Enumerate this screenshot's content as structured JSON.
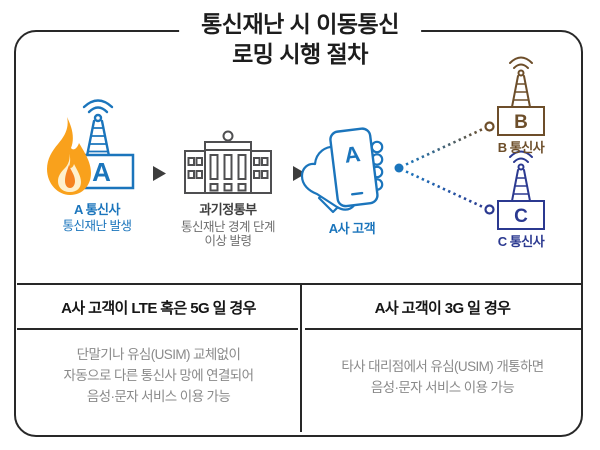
{
  "title": {
    "line1": "통신재난 시 이동통신",
    "line2": "로밍 시행 절차"
  },
  "flow": {
    "carrier_a": {
      "box_letter": "A",
      "name": "A 통신사",
      "event": "통신재난 발생"
    },
    "ministry": {
      "name": "과기정통부",
      "alert": [
        "통신재난 경계 단계",
        "이상 발령"
      ]
    },
    "customer": {
      "phone_letter": "A",
      "name": "A사 고객"
    },
    "carrier_b": {
      "box_letter": "B",
      "name": "B 통신사"
    },
    "carrier_c": {
      "box_letter": "C",
      "name": "C 통신사"
    }
  },
  "table": {
    "left": {
      "header": "A사 고객이 LTE 혹은 5G 일 경우",
      "body": [
        "단말기나 유심(USIM) 교체없이",
        "자동으로 다른 통신사 망에 연결되어",
        "음성·문자 서비스 이용 가능"
      ]
    },
    "right": {
      "header": "A사 고객이 3G 일 경우",
      "body": [
        "타사 대리점에서 유심(USIM) 개통하면",
        "음성·문자 서비스 이용 가능"
      ]
    }
  },
  "icons": {
    "carrier_a": "burning-cell-tower-icon",
    "ministry": "government-building-icon",
    "customer": "hand-holding-phone-icon",
    "carrier_b": "cell-tower-icon",
    "carrier_c": "cell-tower-icon",
    "flow_arrows": "right-triangle-arrow-icon",
    "links": "dotted-connector-lines"
  },
  "colors": {
    "accent_blue": "#1b75bc",
    "carrier_b_brown": "#6d4e2a",
    "carrier_c_navy": "#2b3990",
    "flame_orange": "#f9a11c",
    "flame_core": "#fef0cd",
    "flame_drop": "#f58220",
    "frame_dark": "#282828",
    "building_gray": "#4f4f51",
    "arrow_gray": "#3d3d3d",
    "body_text_gray": "#8a8a8a"
  }
}
